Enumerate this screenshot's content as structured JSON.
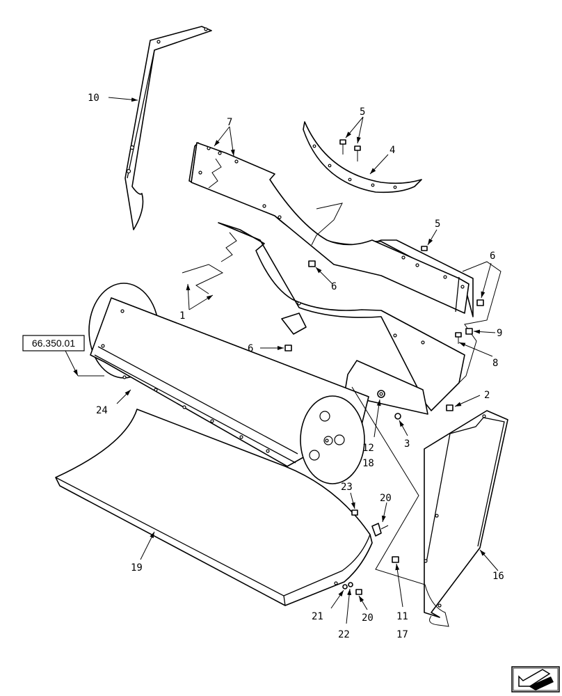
{
  "reference_box": {
    "label": "66.350.01"
  },
  "callouts": {
    "c1": "1",
    "c2": "2",
    "c3": "3",
    "c4": "4",
    "c5a": "5",
    "c5b": "5",
    "c6a": "6",
    "c6b": "6",
    "c6c": "6",
    "c7": "7",
    "c8": "8",
    "c9": "9",
    "c10": "10",
    "c11": "11",
    "c12": "12",
    "c16": "16",
    "c17": "17",
    "c18": "18",
    "c19": "19",
    "c20a": "20",
    "c20b": "20",
    "c21": "21",
    "c22": "22",
    "c23": "23",
    "c24": "24"
  },
  "nav_icon": "arrow-down-left-icon"
}
